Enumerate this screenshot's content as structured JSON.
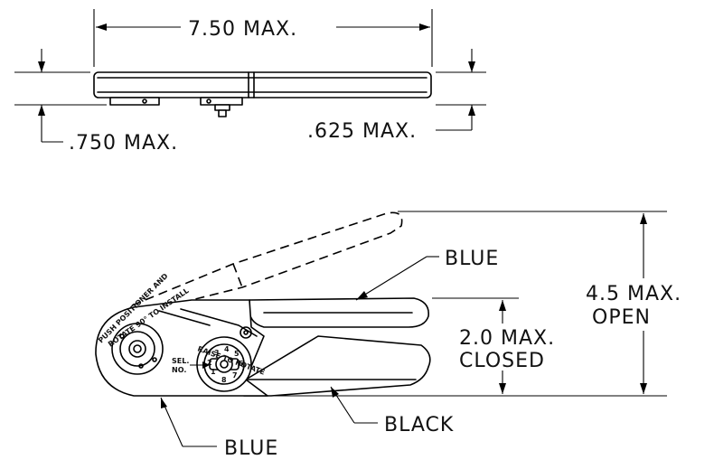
{
  "dimensions": {
    "length": "7.50 MAX.",
    "height_side": ".750 MAX.",
    "height_handle": ".625 MAX.",
    "open_line1": "4.5 MAX.",
    "open_line2": "OPEN",
    "closed_line1": "2.0 MAX.",
    "closed_line2": "CLOSED"
  },
  "callouts": {
    "upper_handle": "BLUE",
    "lower_handle": "BLACK",
    "frame": "BLUE"
  },
  "tool_markings": {
    "positioner_line1": "PUSH POSITIONER AND",
    "positioner_line2": "ROTATE 90° TO INSTALL",
    "dial_text": "RAISE TO ROTATE",
    "sel_label_1": "SEL.",
    "sel_label_2": "NO.",
    "dial_numbers": [
      "1",
      "2",
      "3",
      "4",
      "5",
      "6",
      "7",
      "8"
    ]
  }
}
